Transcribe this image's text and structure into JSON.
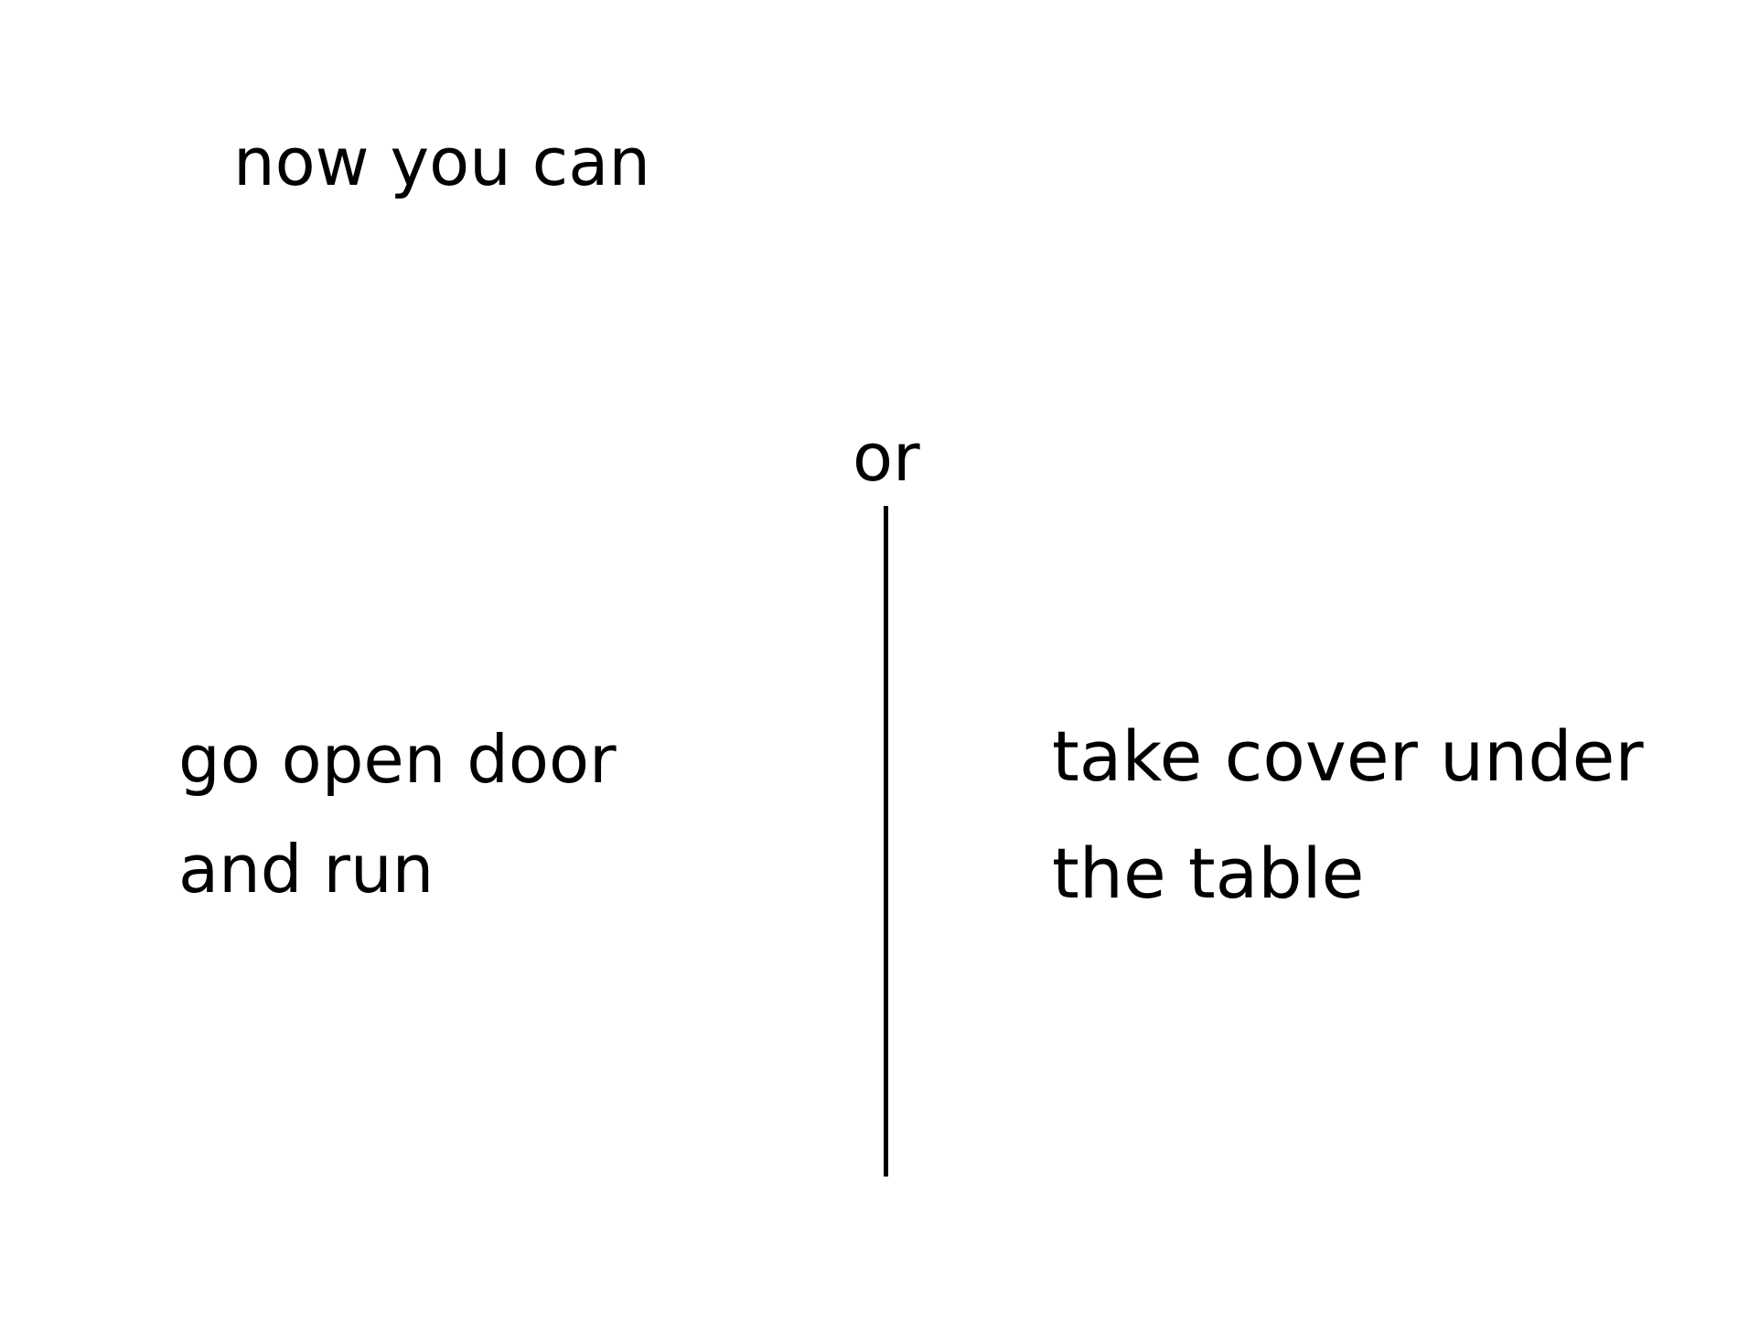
{
  "heading": "now you can",
  "separator_label": "or",
  "left_option": {
    "lines": [
      "go open door",
      "and run"
    ]
  },
  "right_option": {
    "lines": [
      "take cover under",
      "the table"
    ]
  }
}
